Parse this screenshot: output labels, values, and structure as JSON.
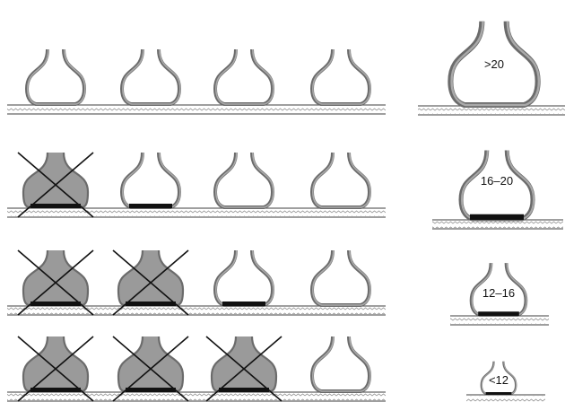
{
  "figure": {
    "colors": {
      "background": "#ffffff",
      "outline": "#6b6b6b",
      "inner_rim": "#a9a9a9",
      "fill_grey": "#9a9a9a",
      "contact_black": "#111111",
      "cross": "#111111",
      "hatch": "#7a7a7a"
    },
    "grid": {
      "rows": [
        {
          "cells": [
            {
              "crossed": false,
              "collapsed": false
            },
            {
              "crossed": false,
              "collapsed": false
            },
            {
              "crossed": false,
              "collapsed": false
            },
            {
              "crossed": false,
              "collapsed": false
            }
          ]
        },
        {
          "cells": [
            {
              "crossed": true,
              "collapsed": true
            },
            {
              "crossed": false,
              "collapsed": false,
              "contact": true
            },
            {
              "crossed": false,
              "collapsed": false
            },
            {
              "crossed": false,
              "collapsed": false
            }
          ]
        },
        {
          "cells": [
            {
              "crossed": true,
              "collapsed": true
            },
            {
              "crossed": true,
              "collapsed": true
            },
            {
              "crossed": false,
              "collapsed": false,
              "contact": true
            },
            {
              "crossed": false,
              "collapsed": false
            }
          ]
        },
        {
          "cells": [
            {
              "crossed": true,
              "collapsed": true
            },
            {
              "crossed": true,
              "collapsed": true
            },
            {
              "crossed": true,
              "collapsed": true
            },
            {
              "crossed": false,
              "collapsed": false
            }
          ]
        }
      ]
    },
    "right_column": [
      {
        "label": ">20"
      },
      {
        "label": "16–20"
      },
      {
        "label": "12–16"
      },
      {
        "label": "<12"
      }
    ]
  }
}
